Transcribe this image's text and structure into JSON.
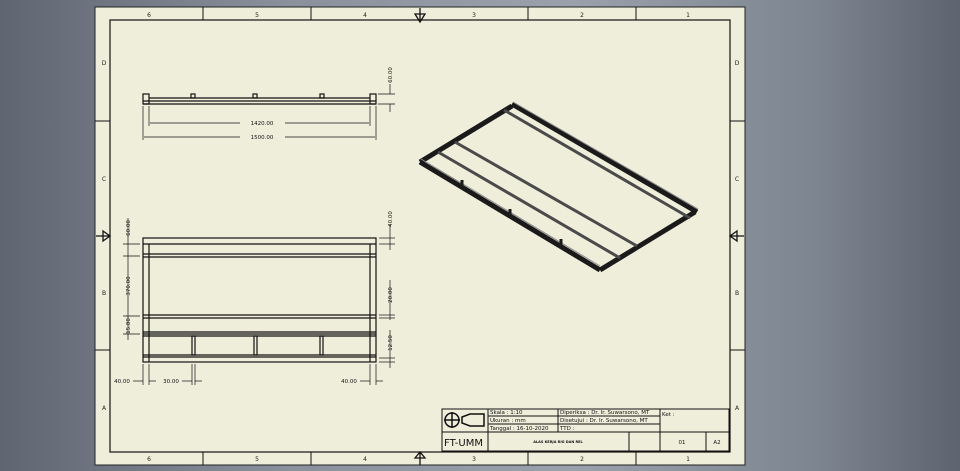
{
  "sheet": {
    "paper_color": "#efeedb",
    "zone_columns": [
      "6",
      "5",
      "4",
      "3",
      "2",
      "1"
    ],
    "zone_rows": [
      "D",
      "C",
      "B",
      "A"
    ]
  },
  "top_view": {
    "dim_inner": "1420.00",
    "dim_outer": "1500.00",
    "dim_height": "60.00"
  },
  "front_view": {
    "dim_left_top": "60.00",
    "dim_left_mid": "370.00",
    "dim_left_low": "15.80",
    "dim_right_top": "40.00",
    "dim_right_mid": "20.00",
    "dim_right_low": "12.50",
    "dim_bottom_left": "40.00",
    "dim_bottom_spacing": "30.00",
    "dim_bottom_right": "40.00"
  },
  "title_block": {
    "org": "FT-UMM",
    "skala": "Skala      : 1:10",
    "ukuran": "Ukuran    : mm",
    "tanggal": "Tanggal   : 16-10-2020",
    "diperiksa": "Diperiksa : Dr. Ir. Suwarsono, MT",
    "disetujui": "Disetujui : Dr. Ir. Suwarsono, MT",
    "ttd": "TTD          :",
    "ket": "Ket :",
    "drawing_title": "ALAS KERJA RIG DAN REL",
    "sheet_no": "01",
    "paper_size": "A2"
  }
}
